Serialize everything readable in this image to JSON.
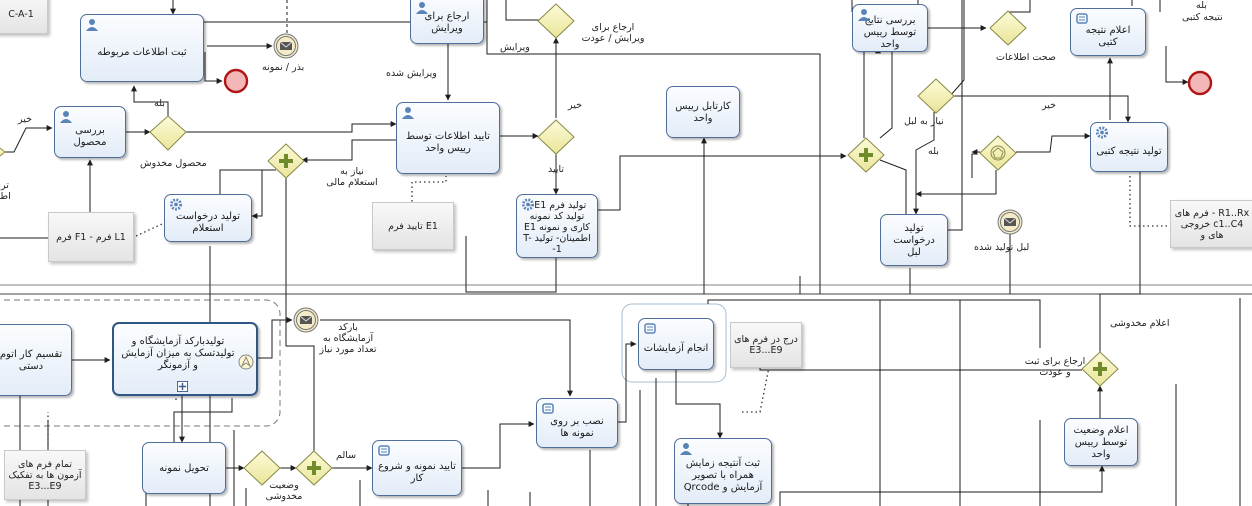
{
  "tasks": {
    "register_related_info": "ثبت اطلاعات مربوطه",
    "return_for_edit": "ارجاع برای ویرایش",
    "check_product": "بررسی محصول",
    "confirm_info_by_unit_head": "تایید اطلاعات توسط رییس واحد",
    "request_inquiry": "تولید درخواست استعلام",
    "produce_form_e1": "تولید فرم E1 - تولید کد نمونه کاری و نمونه E1 اطمینان- تولید T-1-",
    "unit_head_cartable": "کارتابل رییس واحد",
    "review_results_by_unit_head": "بررسی نتایج توسط رییس واحد",
    "announce_written_result": "اعلام نتیجه کتبی",
    "produce_written_result": "تولید نتیجه کتبی",
    "produce_lab_request": "تولید درخواست لبل",
    "split_manual_work": "تقسیم کار اتوم دستی",
    "lab_barcode_subprocess": "تولیدبارکد آزمایشگاه و تولیدتسک به میزان آزمایش و آزمونگر",
    "deliver_sample": "تحویل نمونه",
    "confirm_sample_start": "تایید نمونه و شروع کار",
    "install_on_samples": "نصب بر روی نمونه ها",
    "perform_tests": "انجام آزمایشات",
    "register_test_result": "ثبت آنتیجه زمایش همراه با تصویر آزمایش و Qrcode",
    "announce_status_unit_head": "اعلام وضعیت توسط رییس واحد"
  },
  "notes": {
    "top_left_id": "C-A-1",
    "forms_l1_f1": "L1 فرم - F1 فرم",
    "form_e1_confirm": "E1 تایید فرم",
    "forms_r1_rx": "R1..Rx - فرم های c1..C4 خروجی های و",
    "insert_forms_e3_e9": "درج در فرم های E3...E9",
    "all_test_forms": "تمام فرم های آزمون ها به تفکیک E3...E9"
  },
  "labels": {
    "yes_top_right": "بله",
    "written_result": "نتیجه کتبی",
    "return_for_edit_feedback": "ارجاع برای ویرایش / عودت",
    "edit_top": "ویرایش",
    "edited": "ویرایش شده",
    "correct_information": "صحت اطلاعات",
    "edit_or_feedback": "بذر / نمونه",
    "no_left": "خیر",
    "no_mid": "خیر",
    "no_right": "خیر",
    "yes_left": "بله",
    "product_accepted": "محصول مخدوش",
    "confirm": "تایید",
    "needs_financial_inquiry": "نیاز به استعلام مالی",
    "needs_lab": "نیاز به لبل",
    "yes_mid_right": "بله",
    "left_cut": "تر اط",
    "lab_produced": "لبل تولید شده",
    "lab_barcode_msg": "بارکد آزمایشگاه به تعداد مورد نیاز",
    "announce_damaged": "اعلام مخدوشی",
    "return_for_register": "ارجاع برای ثبت و عودت",
    "healthy": "سالم",
    "damaged_status": "وضعیت مخدوشی"
  }
}
